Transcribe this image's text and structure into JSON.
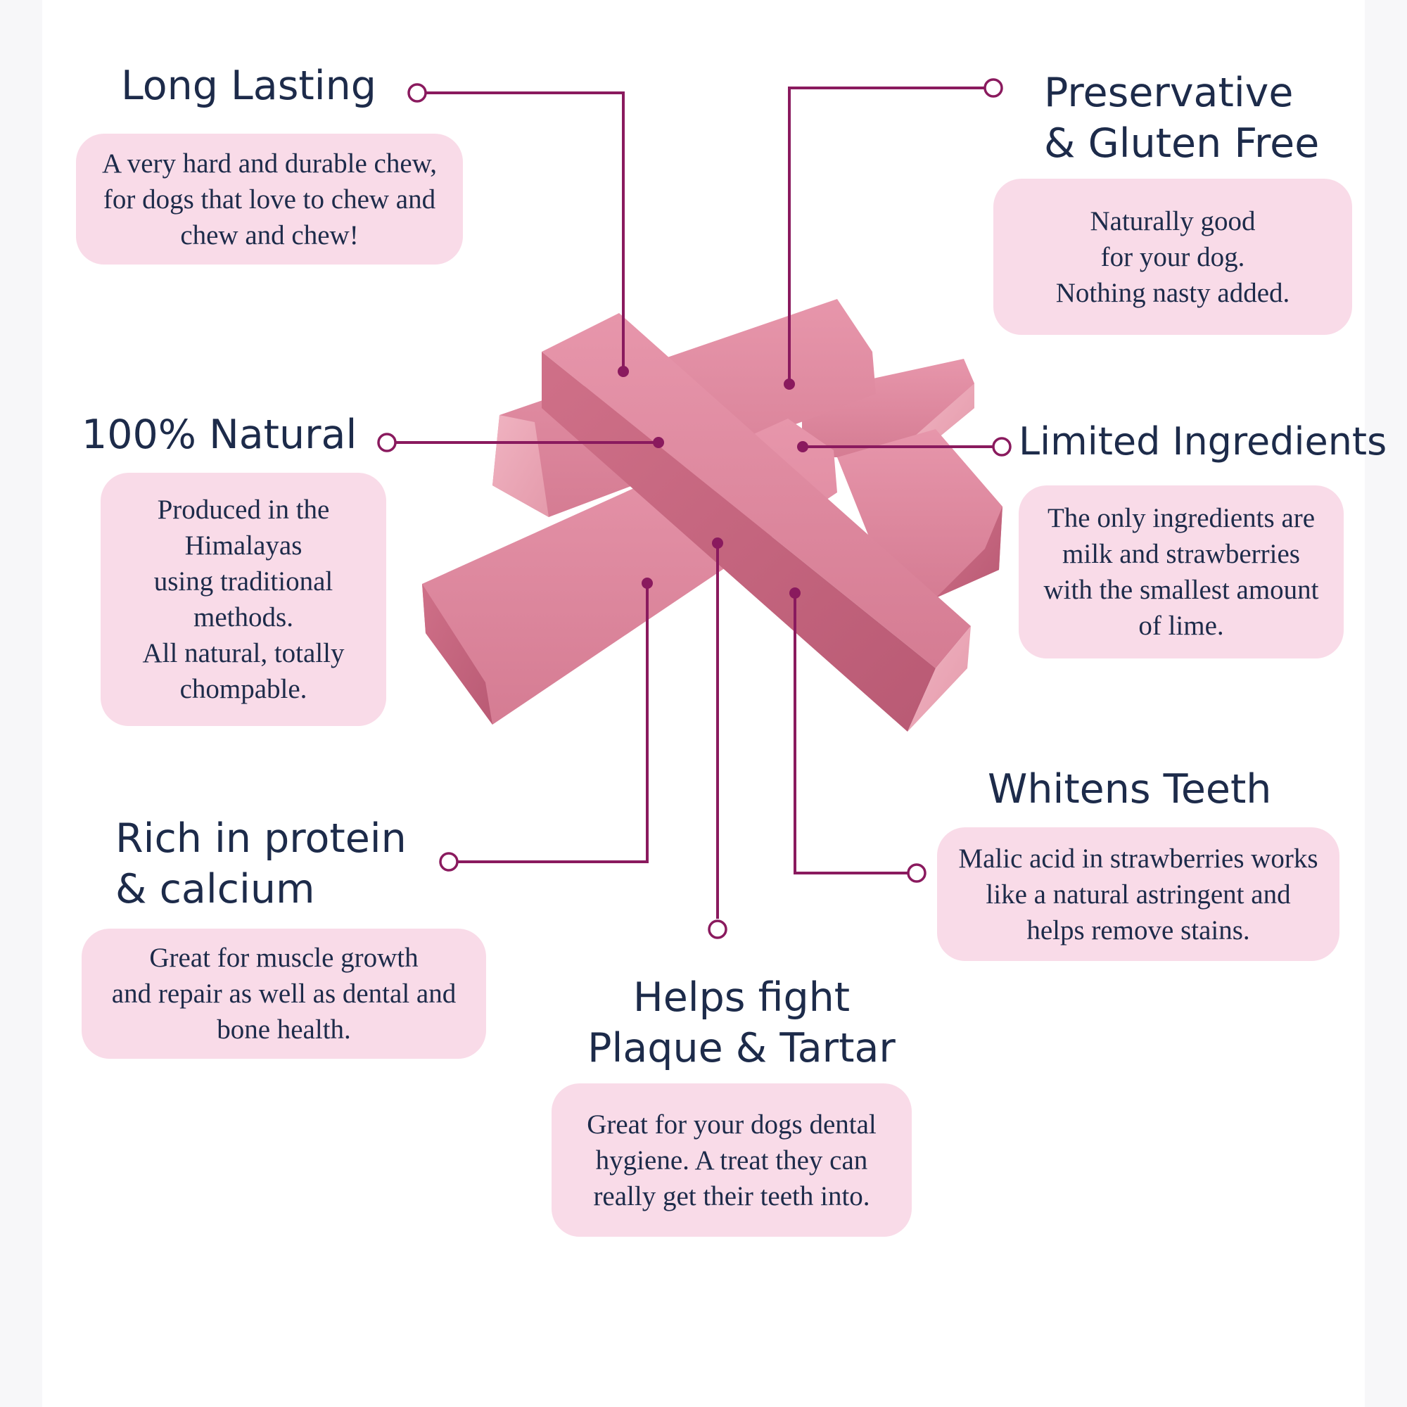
{
  "colors": {
    "accent_line": "#8a1a5e",
    "heading": "#1d2b4a",
    "box_fill": "#f9dbe8",
    "product": "#d97f96"
  },
  "product_image": "pink strawberry yak milk dog chews",
  "features": [
    {
      "title": "Long Lasting",
      "body": "A very hard and durable chew,\nfor dogs that love to chew and\nchew and chew!"
    },
    {
      "title": "Preservative\n& Gluten Free",
      "body": "Naturally good\nfor your dog.\nNothing nasty added."
    },
    {
      "title": "100% Natural",
      "body": "Produced in the\nHimalayas\nusing traditional\nmethods.\nAll natural, totally\nchompable."
    },
    {
      "title": "Limited Ingredients",
      "body": "The only ingredients are\nmilk and strawberries\nwith the smallest amount\nof lime."
    },
    {
      "title": "Rich in protein\n& calcium",
      "body": "Great for muscle growth\nand repair as well as dental and\nbone health."
    },
    {
      "title": "Whitens Teeth",
      "body": "Malic acid in strawberries works\nlike a natural astringent and\nhelps remove stains."
    },
    {
      "title": "Helps fight\nPlaque & Tartar",
      "body": "Great for your dogs dental\nhygiene. A treat they can\nreally get their teeth into."
    }
  ]
}
